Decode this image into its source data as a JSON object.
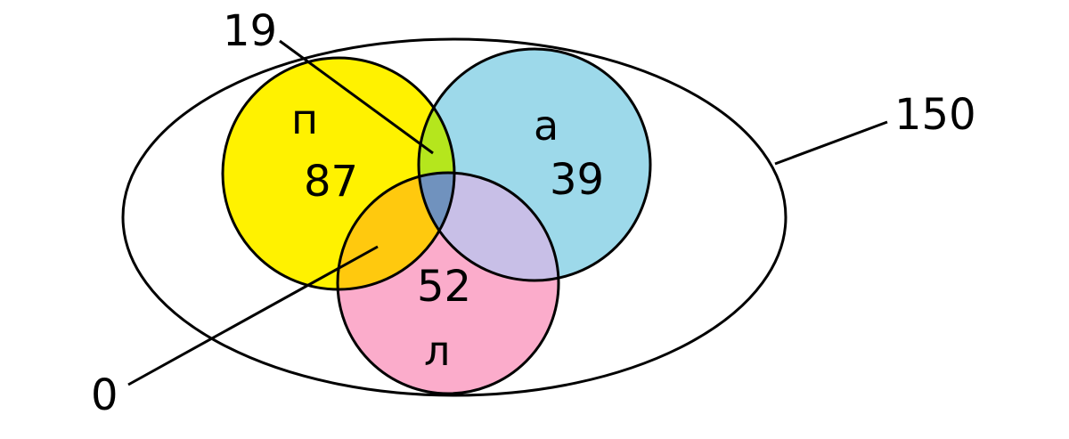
{
  "venn": {
    "universe_count": "150",
    "sets": {
      "p": {
        "label": "п",
        "count": "87",
        "color": "#FFF200"
      },
      "a": {
        "label": "а",
        "count": "39",
        "color": "#9DD9EA"
      },
      "l": {
        "label": "л",
        "count": "52",
        "color": "#FBACCB"
      }
    },
    "overlaps": {
      "p_a": {
        "count": "19",
        "color": "#B5E61D"
      },
      "p_l": {
        "count": "0",
        "color": "#FFC90E"
      },
      "a_l": {
        "color": "#C8BFE7"
      },
      "p_a_l": {
        "color": "#7092BE"
      }
    }
  }
}
